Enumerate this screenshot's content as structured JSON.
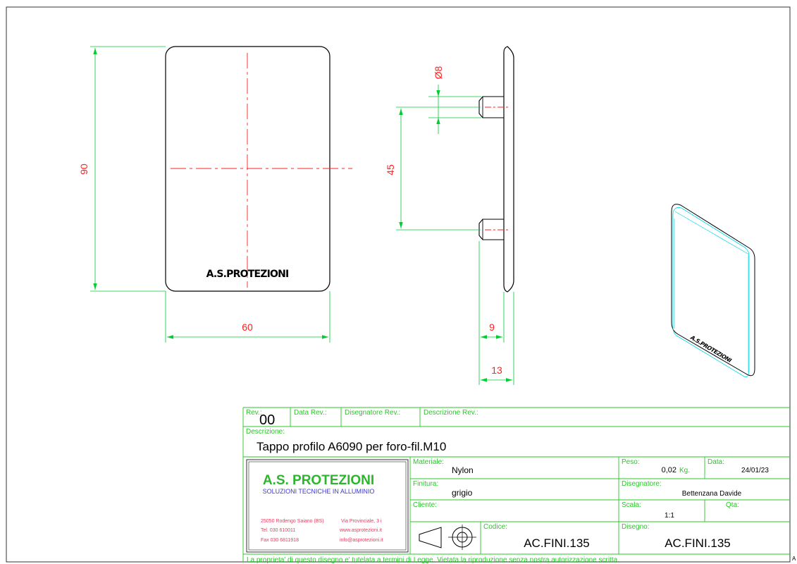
{
  "dimensions": {
    "front_height": "90",
    "front_width": "60",
    "pin_diameter": "Ø8",
    "pin_spacing": "45",
    "depth_pin": "9",
    "depth_total": "13"
  },
  "brand_mark": "A.S.PROTEZIONI",
  "iso_brand_mark": "A.S.PROTEZIONI",
  "title_block": {
    "rev_label": "Rev.:",
    "rev_value": "00",
    "data_rev_label": "Data Rev.:",
    "disegnatore_rev_label": "Disegnatore Rev.:",
    "descrizione_rev_label": "Descrizione Rev.:",
    "descrizione_label": "Descrizione:",
    "descrizione_value": "Tappo profilo A6090 per foro-fil.M10",
    "materiale_label": "Materiale:",
    "materiale_value": "Nylon",
    "finitura_label": "Finitura:",
    "finitura_value": "grigio",
    "cliente_label": "Cliente:",
    "codice_label": "Codice:",
    "codice_value": "AC.FINI.135",
    "peso_label": "Peso:",
    "peso_value": "0,02",
    "peso_unit": "Kg.",
    "data_label": "Data:",
    "data_value": "24/01/23",
    "disegnatore_label": "Disegnatore:",
    "disegnatore_value": "Bettenzana Davide",
    "scala_label": "Scala:",
    "scala_value": "1:1",
    "qta_label": "Qta:",
    "disegno_label": "Disegno:",
    "disegno_value": "AC.FINI.135"
  },
  "company": {
    "name": "A.S. PROTEZIONI",
    "tagline": "SOLUZIONI TECNICHE IN ALLUMINIO",
    "address_city": "25050 Rodengo Saiano (BS)",
    "address_street": "Via Provinciale, 3 i",
    "tel": "Tel.  030 610011",
    "web": "www.asprotezioni.it",
    "fax": "Fax  030 6811918",
    "email": "info@asprotezioni.it"
  },
  "footer_note": "La proprieta' di questo disegno e' tutelata a termini di Legge.  Vietata la riproduzione senza nostra autorizzazione scritta.",
  "sheet_size": "A"
}
